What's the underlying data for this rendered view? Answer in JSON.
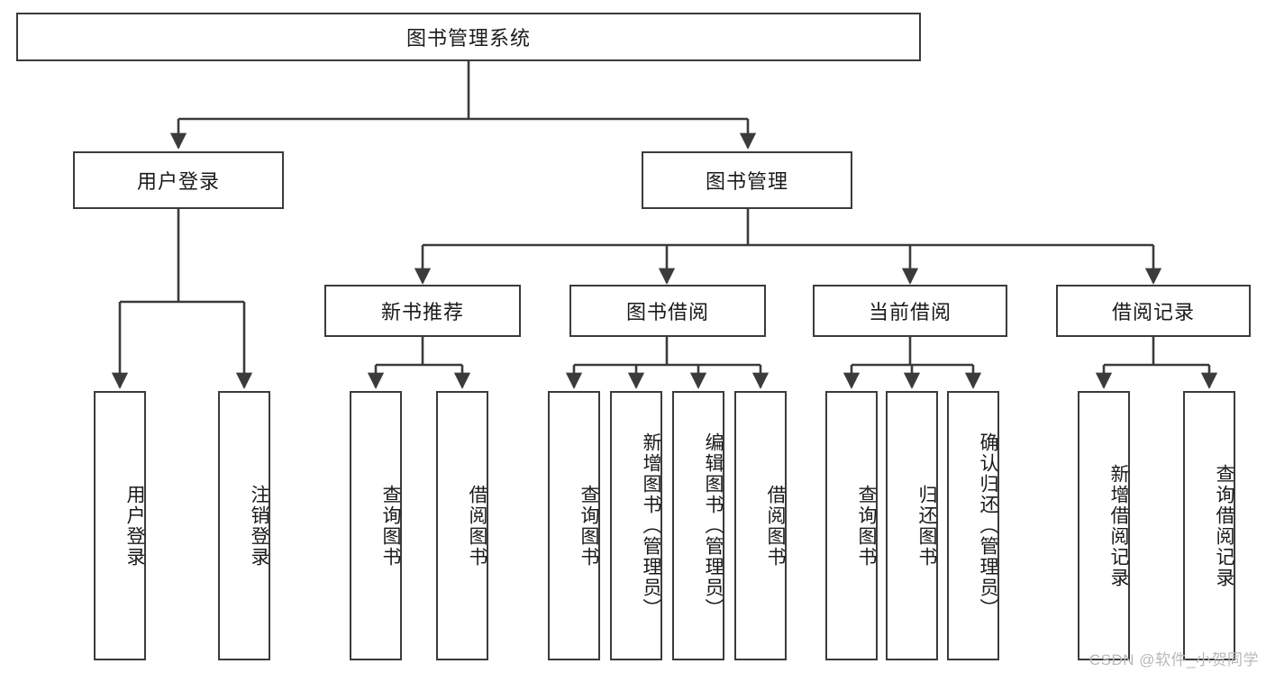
{
  "diagram": {
    "type": "tree",
    "title": "图书管理系统",
    "orientation": "top-down",
    "style": {
      "box_border_color": "#3b3b3b",
      "box_fill_color": "#ffffff",
      "edge_color": "#3b3b3b",
      "background": "#ffffff",
      "text_color": "#1a1a1a"
    },
    "root": {
      "id": "root",
      "label": "图书管理系统",
      "orientation": "horizontal"
    },
    "level2": [
      {
        "id": "user-login",
        "label": "用户登录",
        "orientation": "horizontal"
      },
      {
        "id": "book-manage",
        "label": "图书管理",
        "orientation": "horizontal"
      }
    ],
    "level3": [
      {
        "id": "new-book-recommend",
        "label": "新书推荐",
        "orientation": "horizontal",
        "parent": "book-manage"
      },
      {
        "id": "book-borrow",
        "label": "图书借阅",
        "orientation": "horizontal",
        "parent": "book-manage"
      },
      {
        "id": "current-borrow",
        "label": "当前借阅",
        "orientation": "horizontal",
        "parent": "book-manage"
      },
      {
        "id": "borrow-record",
        "label": "借阅记录",
        "orientation": "horizontal",
        "parent": "book-manage"
      }
    ],
    "leaves": [
      {
        "id": "leaf-user-login",
        "label": "用户登录",
        "orientation": "vertical",
        "parent": "user-login"
      },
      {
        "id": "leaf-user-logout",
        "label": "注销登录",
        "orientation": "vertical",
        "parent": "user-login"
      },
      {
        "id": "leaf-query-book-1",
        "label": "查询图书",
        "orientation": "vertical",
        "parent": "new-book-recommend"
      },
      {
        "id": "leaf-borrow-book-1",
        "label": "借阅图书",
        "orientation": "vertical",
        "parent": "new-book-recommend"
      },
      {
        "id": "leaf-query-book-2",
        "label": "查询图书",
        "orientation": "vertical",
        "parent": "book-borrow"
      },
      {
        "id": "leaf-add-book",
        "label": "新增图书（管理员）",
        "orientation": "vertical",
        "parent": "book-borrow"
      },
      {
        "id": "leaf-edit-book",
        "label": "编辑图书（管理员）",
        "orientation": "vertical",
        "parent": "book-borrow"
      },
      {
        "id": "leaf-borrow-book-2",
        "label": "借阅图书",
        "orientation": "vertical",
        "parent": "book-borrow"
      },
      {
        "id": "leaf-query-book-3",
        "label": "查询图书",
        "orientation": "vertical",
        "parent": "current-borrow"
      },
      {
        "id": "leaf-return-book",
        "label": "归还图书",
        "orientation": "vertical",
        "parent": "current-borrow"
      },
      {
        "id": "leaf-confirm-return",
        "label": "确认归还（管理员）",
        "orientation": "vertical",
        "parent": "current-borrow"
      },
      {
        "id": "leaf-add-record",
        "label": "新增借阅记录",
        "orientation": "vertical",
        "parent": "borrow-record"
      },
      {
        "id": "leaf-query-record",
        "label": "查询借阅记录",
        "orientation": "vertical",
        "parent": "borrow-record"
      }
    ],
    "watermark": "CSDN @软件_小贺同学"
  }
}
